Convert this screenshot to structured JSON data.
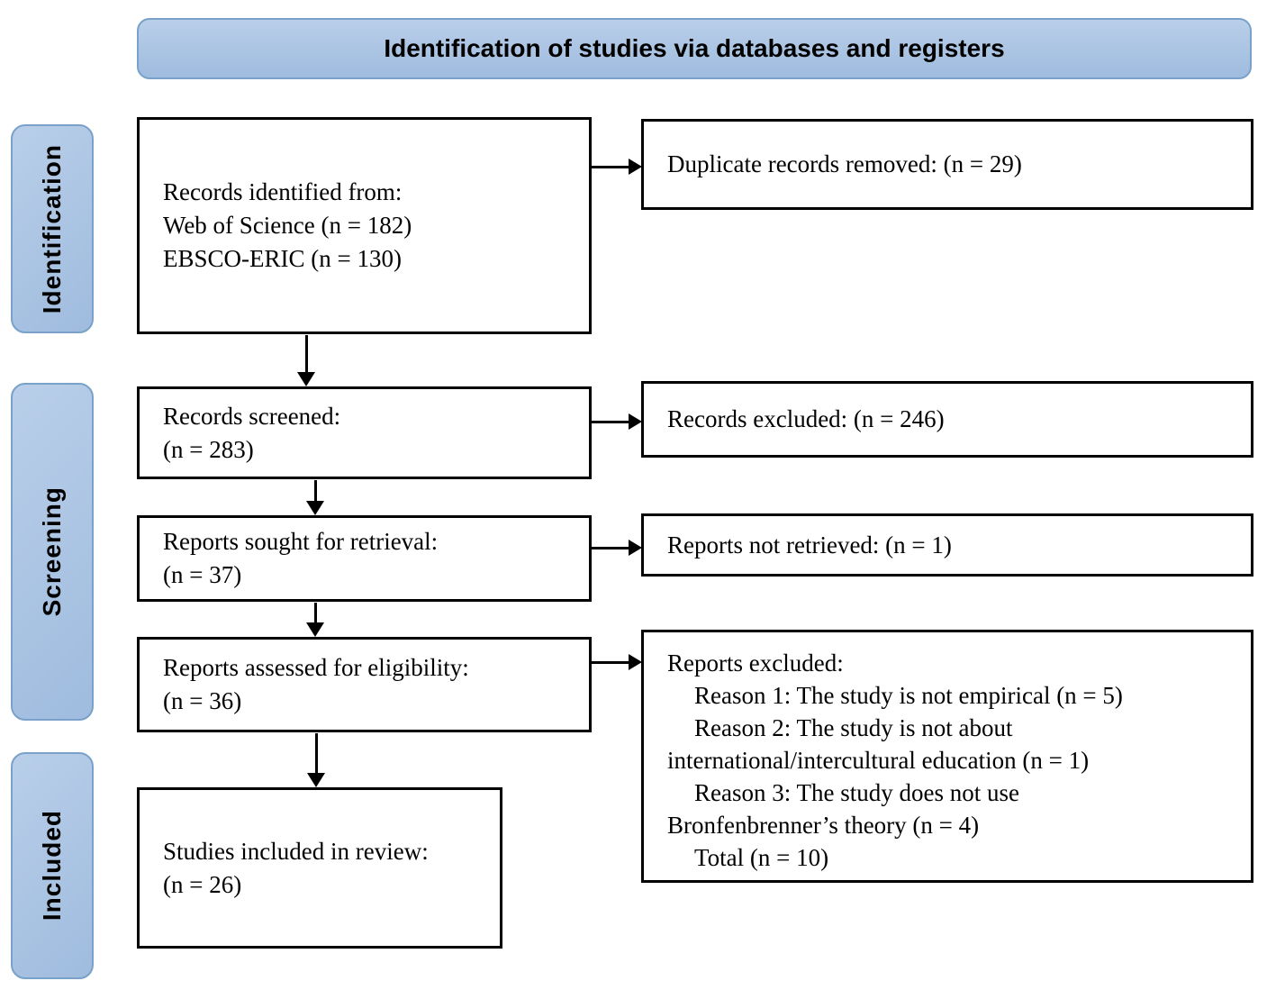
{
  "header": {
    "title": "Identification of studies via databases and registers"
  },
  "stages": {
    "identification": "Identification",
    "screening": "Screening",
    "included": "Included"
  },
  "boxes": {
    "identified": {
      "lines": [
        "Records identified from:",
        "Web of Science (n = 182)",
        "EBSCO-ERIC (n = 130)"
      ]
    },
    "duplicates_removed": {
      "lines": [
        "Duplicate records removed: (n = 29)"
      ]
    },
    "screened": {
      "lines": [
        "Records screened:",
        "(n = 283)"
      ]
    },
    "records_excluded": {
      "lines": [
        "Records excluded: (n = 246)"
      ]
    },
    "sought": {
      "lines": [
        "Reports sought for retrieval:",
        "(n = 37)"
      ]
    },
    "not_retrieved": {
      "lines": [
        "Reports not retrieved: (n = 1)"
      ]
    },
    "assessed": {
      "lines": [
        "Reports assessed for eligibility:",
        "(n = 36)"
      ]
    },
    "reports_excluded": {
      "lines": [
        "Reports excluded:",
        "Reason 1: The study is not empirical (n = 5)",
        "Reason 2: The study is not about",
        "international/intercultural education (n = 1)",
        "Reason 3: The study does not use",
        "Bronfenbrenner’s theory (n = 4)",
        "Total (n = 10)"
      ]
    },
    "studies_included": {
      "lines": [
        "Studies included in review:",
        "(n = 26)"
      ]
    }
  },
  "colors": {
    "panel_fill_light": "#b9cfe9",
    "panel_fill_dark": "#9fbbde",
    "panel_border": "#79a1c9",
    "box_border": "#000000",
    "text_color": "#000000",
    "bg": "#ffffff"
  }
}
